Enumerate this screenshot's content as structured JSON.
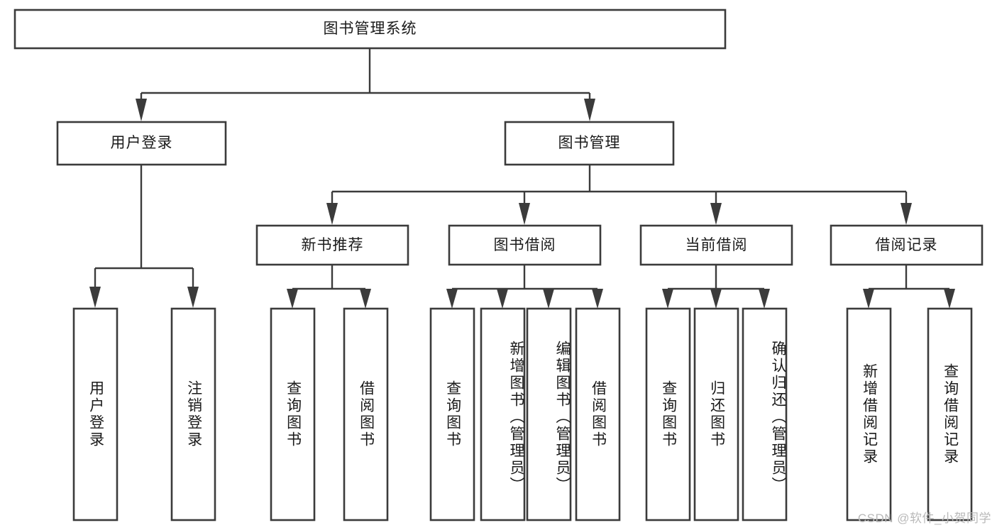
{
  "diagram": {
    "type": "tree",
    "title": "图书管理系统",
    "root": {
      "id": "root",
      "label": "图书管理系统",
      "orientation": "horizontal"
    },
    "level1": [
      {
        "id": "user-login",
        "label": "用户登录",
        "orientation": "horizontal"
      },
      {
        "id": "book-management",
        "label": "图书管理",
        "orientation": "horizontal"
      }
    ],
    "level2": [
      {
        "id": "new-book-recommend",
        "label": "新书推荐",
        "parent": "book-management",
        "orientation": "horizontal"
      },
      {
        "id": "book-borrow",
        "label": "图书借阅",
        "parent": "book-management",
        "orientation": "horizontal"
      },
      {
        "id": "current-borrow",
        "label": "当前借阅",
        "parent": "book-management",
        "orientation": "horizontal"
      },
      {
        "id": "borrow-record",
        "label": "借阅记录",
        "parent": "book-management",
        "orientation": "horizontal"
      }
    ],
    "leaves": [
      {
        "id": "leaf-user-login",
        "label": "用户登录",
        "parent": "user-login",
        "orientation": "vertical"
      },
      {
        "id": "leaf-user-logout",
        "label": "注销登录",
        "parent": "user-login",
        "orientation": "vertical"
      },
      {
        "id": "leaf-query-book-1",
        "label": "查询图书",
        "parent": "new-book-recommend",
        "orientation": "vertical"
      },
      {
        "id": "leaf-borrow-book-1",
        "label": "借阅图书",
        "parent": "new-book-recommend",
        "orientation": "vertical"
      },
      {
        "id": "leaf-query-book-2",
        "label": "查询图书",
        "parent": "book-borrow",
        "orientation": "vertical"
      },
      {
        "id": "leaf-add-book",
        "label": "新增图书（管理员）",
        "parent": "book-borrow",
        "orientation": "vertical"
      },
      {
        "id": "leaf-edit-book",
        "label": "编辑图书（管理员）",
        "parent": "book-borrow",
        "orientation": "vertical"
      },
      {
        "id": "leaf-borrow-book-2",
        "label": "借阅图书",
        "parent": "book-borrow",
        "orientation": "vertical"
      },
      {
        "id": "leaf-query-book-3",
        "label": "查询图书",
        "parent": "current-borrow",
        "orientation": "vertical"
      },
      {
        "id": "leaf-return-book",
        "label": "归还图书",
        "parent": "current-borrow",
        "orientation": "vertical"
      },
      {
        "id": "leaf-confirm-return",
        "label": "确认归还（管理员）",
        "parent": "current-borrow",
        "orientation": "vertical"
      },
      {
        "id": "leaf-add-record",
        "label": "新增借阅记录",
        "parent": "borrow-record",
        "orientation": "vertical"
      },
      {
        "id": "leaf-query-record",
        "label": "查询借阅记录",
        "parent": "borrow-record",
        "orientation": "vertical"
      }
    ],
    "colors": {
      "stroke": "#3b3b3b",
      "fill": "#ffffff",
      "text": "#1a1a1a",
      "watermark": "#b9b9b9"
    }
  },
  "watermark": {
    "text": "CSDN @软件_小贺同学"
  }
}
